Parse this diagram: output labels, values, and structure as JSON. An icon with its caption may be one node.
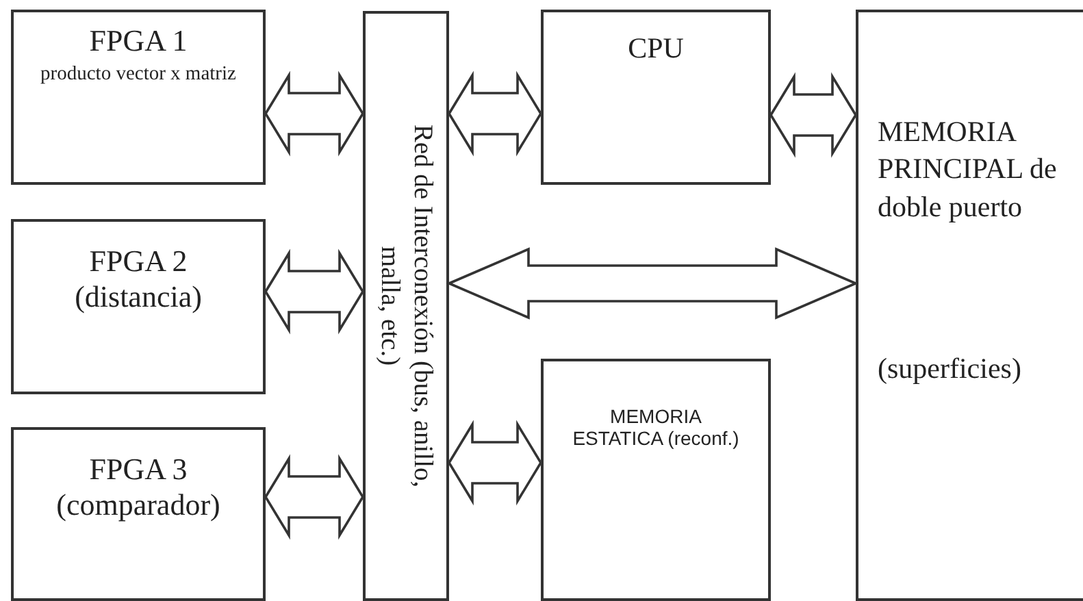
{
  "diagram": {
    "nodes": [
      {
        "text": [
          "FPGA 1",
          "producto vector x matriz"
        ]
      },
      {
        "text": [
          "FPGA 2",
          "(distancia)"
        ]
      },
      {
        "text": [
          "FPGA 3",
          "(comparador)"
        ]
      },
      {
        "text": [
          "Red de Interconexión (bus, anillo, malla, etc.)"
        ]
      },
      {
        "text": [
          "CPU"
        ]
      },
      {
        "text": [
          "MEMORIA ESTATICA (reconf.)"
        ]
      },
      {
        "text": [
          "MEMORIA PRINCIPAL de doble puerto",
          "(superficies)"
        ]
      }
    ],
    "edges": [
      {
        "from": 0,
        "to": 3,
        "arrow": "both"
      },
      {
        "from": 1,
        "to": 3,
        "arrow": "both"
      },
      {
        "from": 2,
        "to": 3,
        "arrow": "both"
      },
      {
        "from": 3,
        "to": 4,
        "arrow": "both"
      },
      {
        "from": 4,
        "to": 6,
        "arrow": "both"
      },
      {
        "from": 3,
        "to": 6,
        "arrow": "both"
      },
      {
        "from": 3,
        "to": 5,
        "arrow": "both"
      }
    ]
  }
}
